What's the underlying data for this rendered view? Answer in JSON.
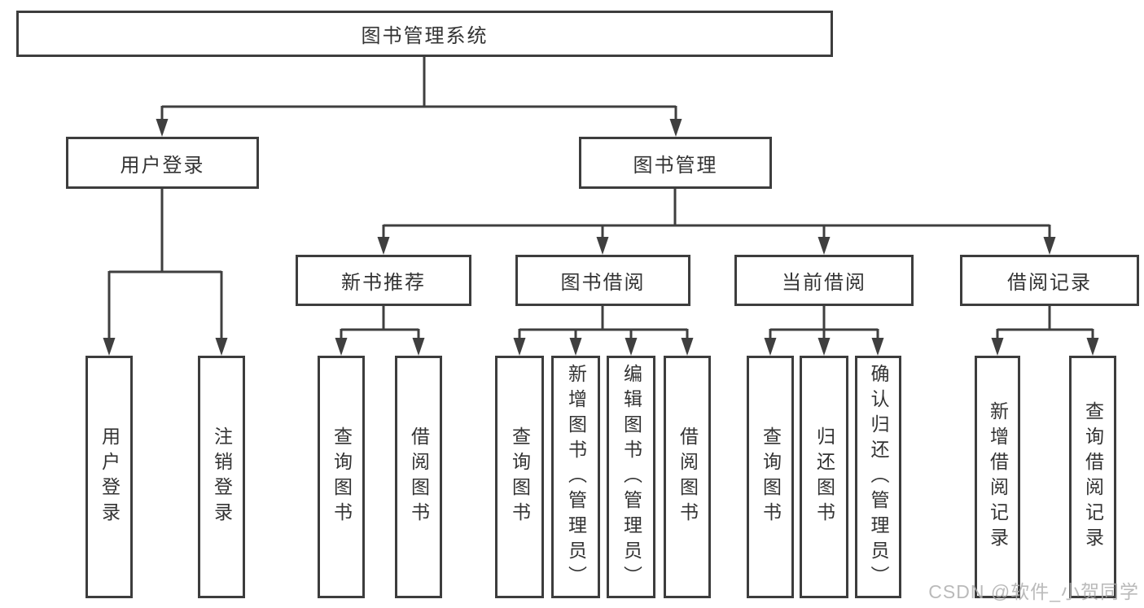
{
  "page": {
    "background": "#ffffff"
  },
  "colors": {
    "line": "#3f3f3f",
    "box_border": "#3d3d3d",
    "text": "#333333",
    "watermark": "#aeaeae"
  },
  "watermark": {
    "text": "CSDN @软件_小贺同学"
  },
  "diagram": {
    "type": "hierarchy-tree",
    "root": {
      "label": "图书管理系统"
    },
    "level1": [
      {
        "id": "user-login",
        "label": "用户登录"
      },
      {
        "id": "book-management",
        "label": "图书管理"
      }
    ],
    "level2": [
      {
        "id": "new-book-recommend",
        "label": "新书推荐",
        "parent": "图书管理"
      },
      {
        "id": "book-borrow",
        "label": "图书借阅",
        "parent": "图书管理"
      },
      {
        "id": "current-borrow",
        "label": "当前借阅",
        "parent": "图书管理"
      },
      {
        "id": "borrow-records",
        "label": "借阅记录",
        "parent": "图书管理"
      }
    ],
    "leaves": {
      "user_login": [
        "用户登录",
        "注销登录"
      ],
      "new_book_recommend": [
        "查询图书",
        "借阅图书"
      ],
      "book_borrow": [
        "查询图书",
        "新增图书（管理员）",
        "编辑图书（管理员）",
        "借阅图书"
      ],
      "current_borrow": [
        "查询图书",
        "归还图书",
        "确认归还（管理员）"
      ],
      "borrow_records": [
        "新增借阅记录",
        "查询借阅记录"
      ]
    }
  }
}
